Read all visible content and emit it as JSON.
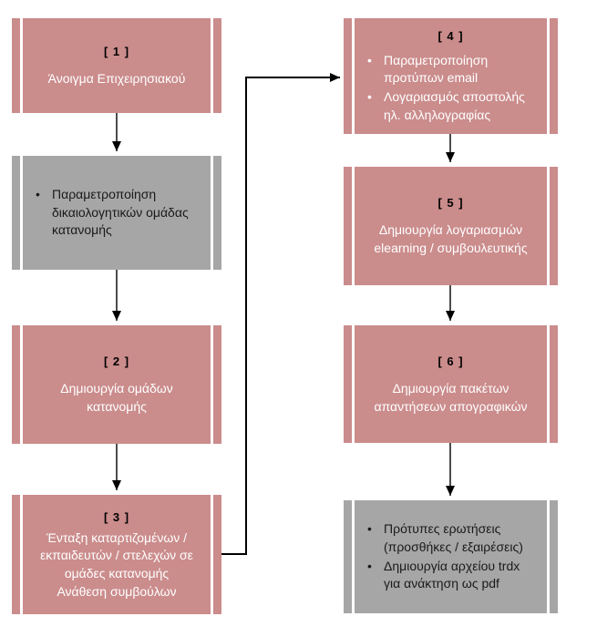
{
  "diagram": {
    "colors": {
      "node_pink": "#CB8C8C",
      "node_gray": "#A6A6A6",
      "pink_body_text": "#FFFFFF",
      "gray_body_text": "#1A1A1A",
      "number_text": "#000000",
      "connector": "#000000",
      "background": "#FFFFFF"
    },
    "nodes": [
      {
        "id": "step-1",
        "variant": "pink",
        "number": "[ 1 ]",
        "text": "Άνοιγμα Επιχειρησιακού"
      },
      {
        "id": "note-1",
        "variant": "gray",
        "bullets": [
          "Παραμετροποίηση\nδικαιολογητικών ομάδας\nκατανομής"
        ]
      },
      {
        "id": "step-2",
        "variant": "pink",
        "number": "[ 2 ]",
        "text": "Δημιουργία ομάδων\nκατανομής"
      },
      {
        "id": "step-3",
        "variant": "pink",
        "number": "[ 3 ]",
        "text": "Ένταξη καταρτιζομένων /\nεκπαιδευτών / στελεχών σε\nομάδες κατανομής\nΑνάθεση συμβούλων"
      },
      {
        "id": "step-4",
        "variant": "pink",
        "number": "[ 4 ]",
        "bullets": [
          "Παραμετροποίηση\nπροτύπων email",
          "Λογαριασμός αποστολής\nηλ. αλληλογραφίας"
        ]
      },
      {
        "id": "step-5",
        "variant": "pink",
        "number": "[ 5 ]",
        "text": "Δημιουργία λογαριασμών\nelearning / συμβουλευτικής"
      },
      {
        "id": "step-6",
        "variant": "pink",
        "number": "[ 6 ]",
        "text": "Δημιουργία πακέτων\nαπαντήσεων απογραφικών"
      },
      {
        "id": "note-2",
        "variant": "gray",
        "bullets": [
          "Πρότυπες ερωτήσεις\n(προσθήκες / εξαιρέσεις)",
          "Δημιουργία αρχείου trdx\nγια ανάκτηση ως pdf"
        ]
      }
    ],
    "edges": [
      {
        "from": "step-1",
        "to": "note-1"
      },
      {
        "from": "note-1",
        "to": "step-2"
      },
      {
        "from": "step-2",
        "to": "step-3"
      },
      {
        "from": "step-3",
        "to": "step-4"
      },
      {
        "from": "step-4",
        "to": "step-5"
      },
      {
        "from": "step-5",
        "to": "step-6"
      },
      {
        "from": "step-6",
        "to": "note-2"
      }
    ]
  }
}
